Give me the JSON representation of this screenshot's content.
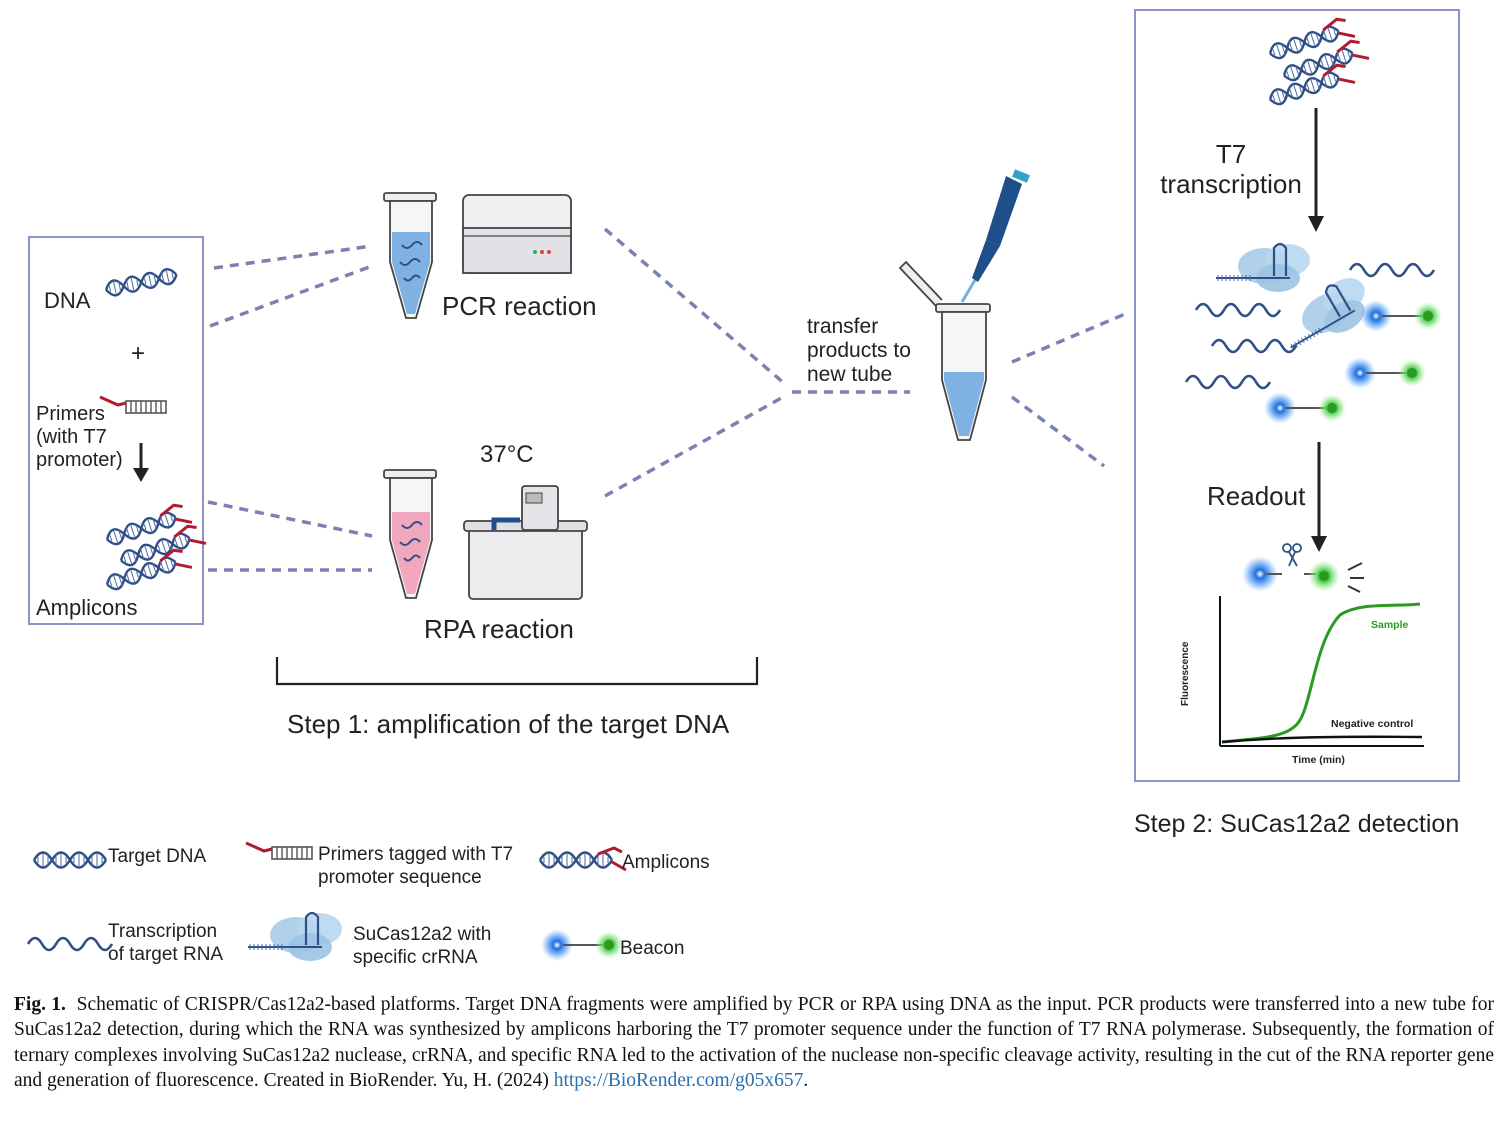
{
  "left_panel": {
    "dna_label": "DNA",
    "plus": "+",
    "primers_label": "Primers\n(with T7\npromoter)",
    "amplicons_label": "Amplicons"
  },
  "step1": {
    "pcr_label": "PCR reaction",
    "temperature": "37°C",
    "rpa_label": "RPA reaction",
    "step_label": "Step 1: amplification of the target DNA"
  },
  "transfer": {
    "label": "transfer\nproducts to\nnew tube"
  },
  "step2": {
    "t7_label": "T7\ntranscription",
    "readout_label": "Readout",
    "step_label": "Step 2: SuCas12a2 detection",
    "plot": {
      "y_axis": "Fluorescence",
      "x_axis": "Time (min)",
      "sample": "Sample",
      "negative": "Negative control"
    }
  },
  "legend": {
    "target_dna": "Target DNA",
    "primers": "Primers tagged with T7\npromoter sequence",
    "amplicons": "Amplicons",
    "rna": "Transcription\nof target RNA",
    "cas": "SuCas12a2 with\nspecific crRNA",
    "beacon": "Beacon"
  },
  "caption": {
    "fig_label": "Fig. 1.",
    "text": "Schematic of CRISPR/Cas12a2-based platforms. Target DNA fragments were amplified by PCR or RPA using DNA as the input. PCR products were transferred into a new tube for SuCas12a2 detection, during which the RNA was synthesized by amplicons harboring the T7 promoter sequence under the function of T7 RNA polymerase. Subsequently, the formation of ternary complexes involving SuCas12a2 nuclease, crRNA, and specific RNA led to the activation of the nuclease non-specific cleavage activity, resulting in the cut of the RNA reporter gene and generation of fluorescence. Created in BioRender. Yu, H. (2024)",
    "link": "https://BioRender.com/g05x657",
    "end": "."
  },
  "colors": {
    "dna": "#2f4f86",
    "primer_red": "#b01c2e",
    "dashed": "#7b82b3",
    "box_border": "#8a94c6",
    "beacon_blue": "#1e6fe0",
    "beacon_green": "#34c43a",
    "sample_curve": "#2a9a20",
    "link": "#2a6fb0"
  },
  "icons": [
    "dna-helix-icon",
    "primer-icon",
    "tube-icon",
    "thermocycler-icon",
    "water-bath-icon",
    "pipette-icon",
    "cas-enzyme-icon",
    "beacon-icon",
    "scissors-icon"
  ]
}
